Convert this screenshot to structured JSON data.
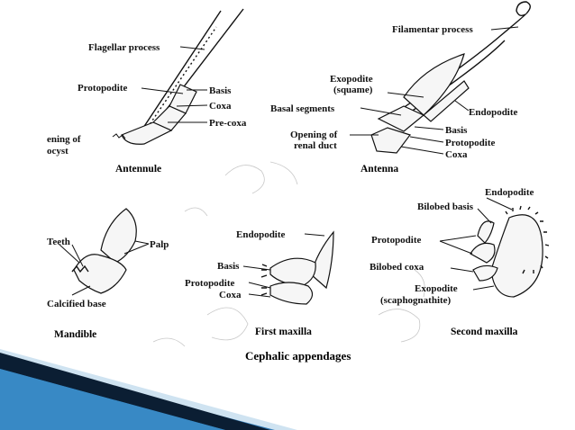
{
  "colors": {
    "band_dark": "#0b1e33",
    "band_blue": "#2f79b5",
    "band_light": "#cfe3f1",
    "ink": "#111111"
  },
  "figures": {
    "antennule": {
      "caption": "Antennule",
      "labels": {
        "flagellar_process": "Flagellar process",
        "protopodite": "Protopodite",
        "basis": "Basis",
        "coxa": "Coxa",
        "pre_coxa": "Pre-coxa",
        "opening_line1": "ening of",
        "opening_line2": "ocyst"
      }
    },
    "antenna": {
      "caption": "Antenna",
      "labels": {
        "filamentar_process": "Filamentar process",
        "exopodite": "Exopodite",
        "squame": "(squame)",
        "basal_segments": "Basal segments",
        "endopodite": "Endopodite",
        "opening_line1": "Opening of",
        "opening_line2": "renal duct",
        "basis": "Basis",
        "protopodite": "Protopodite",
        "coxa": "Coxa"
      }
    },
    "mandible": {
      "caption": "Mandible",
      "labels": {
        "teeth": "Teeth",
        "palp": "Palp",
        "calcified_base": "Calcified base"
      }
    },
    "first_maxilla": {
      "caption": "First maxilla",
      "labels": {
        "endopodite": "Endopodite",
        "basis": "Basis",
        "protopodite": "Protopodite",
        "coxa": "Coxa"
      }
    },
    "second_maxilla": {
      "caption": "Second maxilla",
      "labels": {
        "endopodite": "Endopodite",
        "bilobed_basis": "Bilobed basis",
        "protopodite": "Protopodite",
        "bilobed_coxa": "Bilobed coxa",
        "exopodite": "Exopodite",
        "scaphognathite": "(scaphognathite)"
      }
    }
  },
  "title": "Cephalic appendages"
}
